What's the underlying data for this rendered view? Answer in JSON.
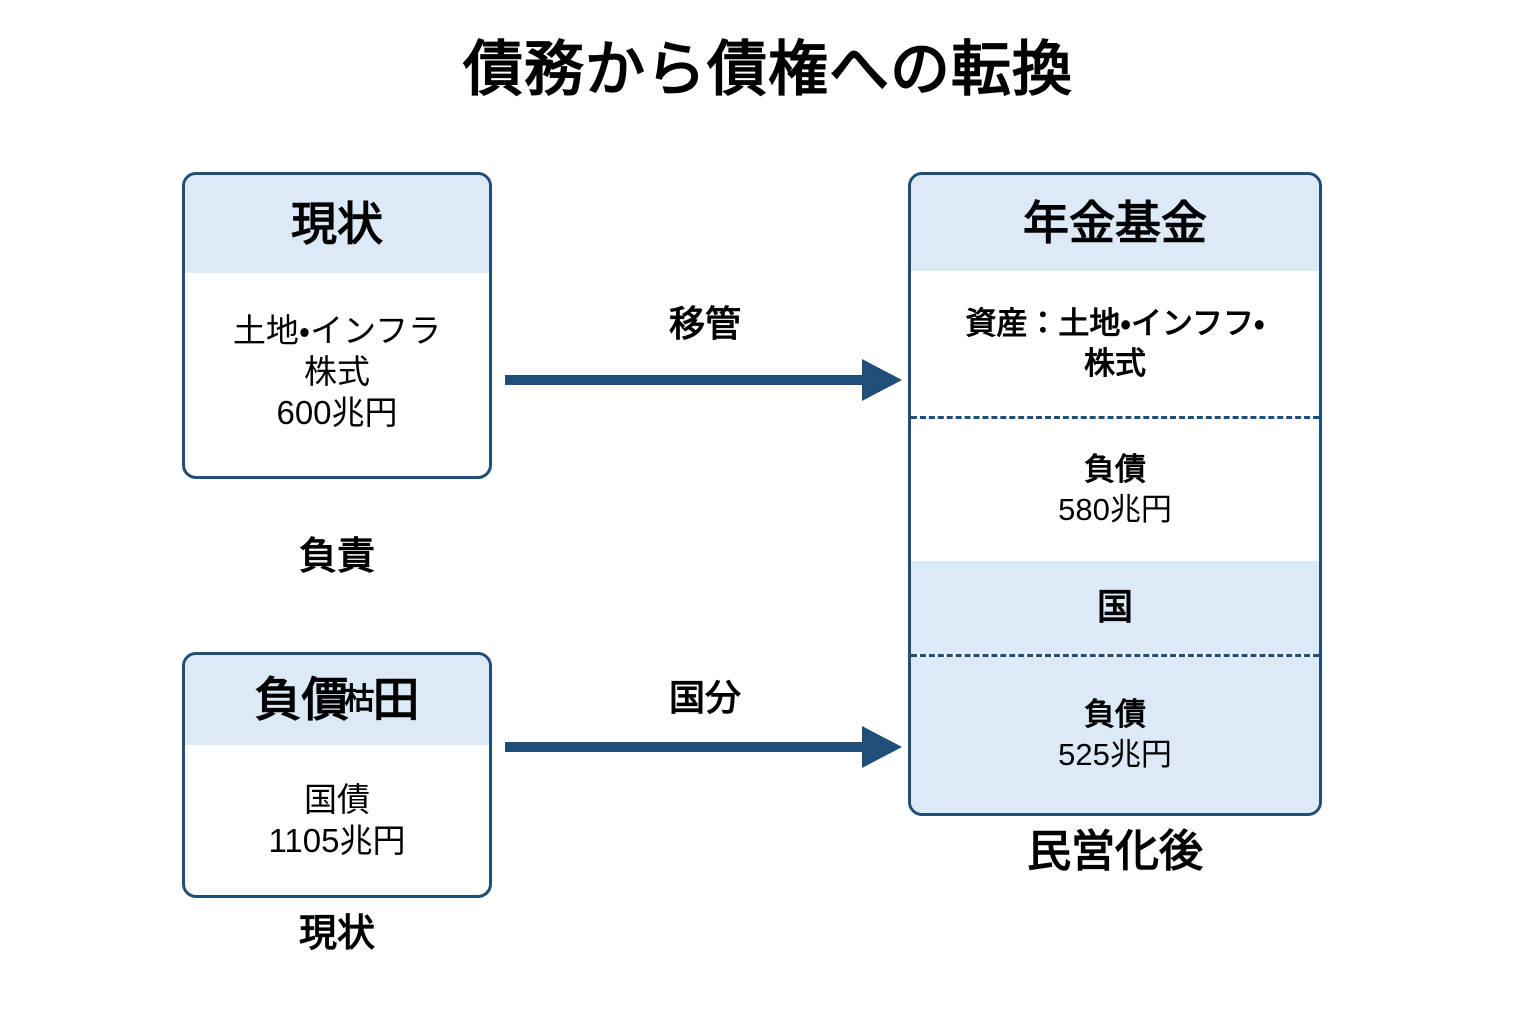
{
  "title": "債務から債権への転換",
  "colors": {
    "border": "#1F4E79",
    "header_fill": "#DCE9F7",
    "arrow": "#1F4E79",
    "background": "#FFFFFF"
  },
  "boxes": {
    "current_assets": {
      "header": "現状",
      "lines": [
        "土地・インフラ",
        "株式",
        "600兆円"
      ]
    },
    "current_debt": {
      "header_main": "負價",
      "header_garble": "枯",
      "header_tail": "田",
      "lines": [
        "国債",
        "1105兆円"
      ]
    },
    "pension_fund": {
      "header": "年金基金",
      "segments": [
        {
          "label": "資産：土地・インフフ・",
          "label2": "株式"
        },
        {
          "label": "負債",
          "amount": "580兆円"
        },
        {
          "label": "国"
        },
        {
          "label": "負債",
          "amount": "525兆円"
        }
      ]
    }
  },
  "arrows": [
    {
      "label": "移管"
    },
    {
      "label": "国分"
    }
  ],
  "captions": {
    "debt_middle": "負責",
    "current_bottom": "現状",
    "privatized": "民営化後"
  }
}
